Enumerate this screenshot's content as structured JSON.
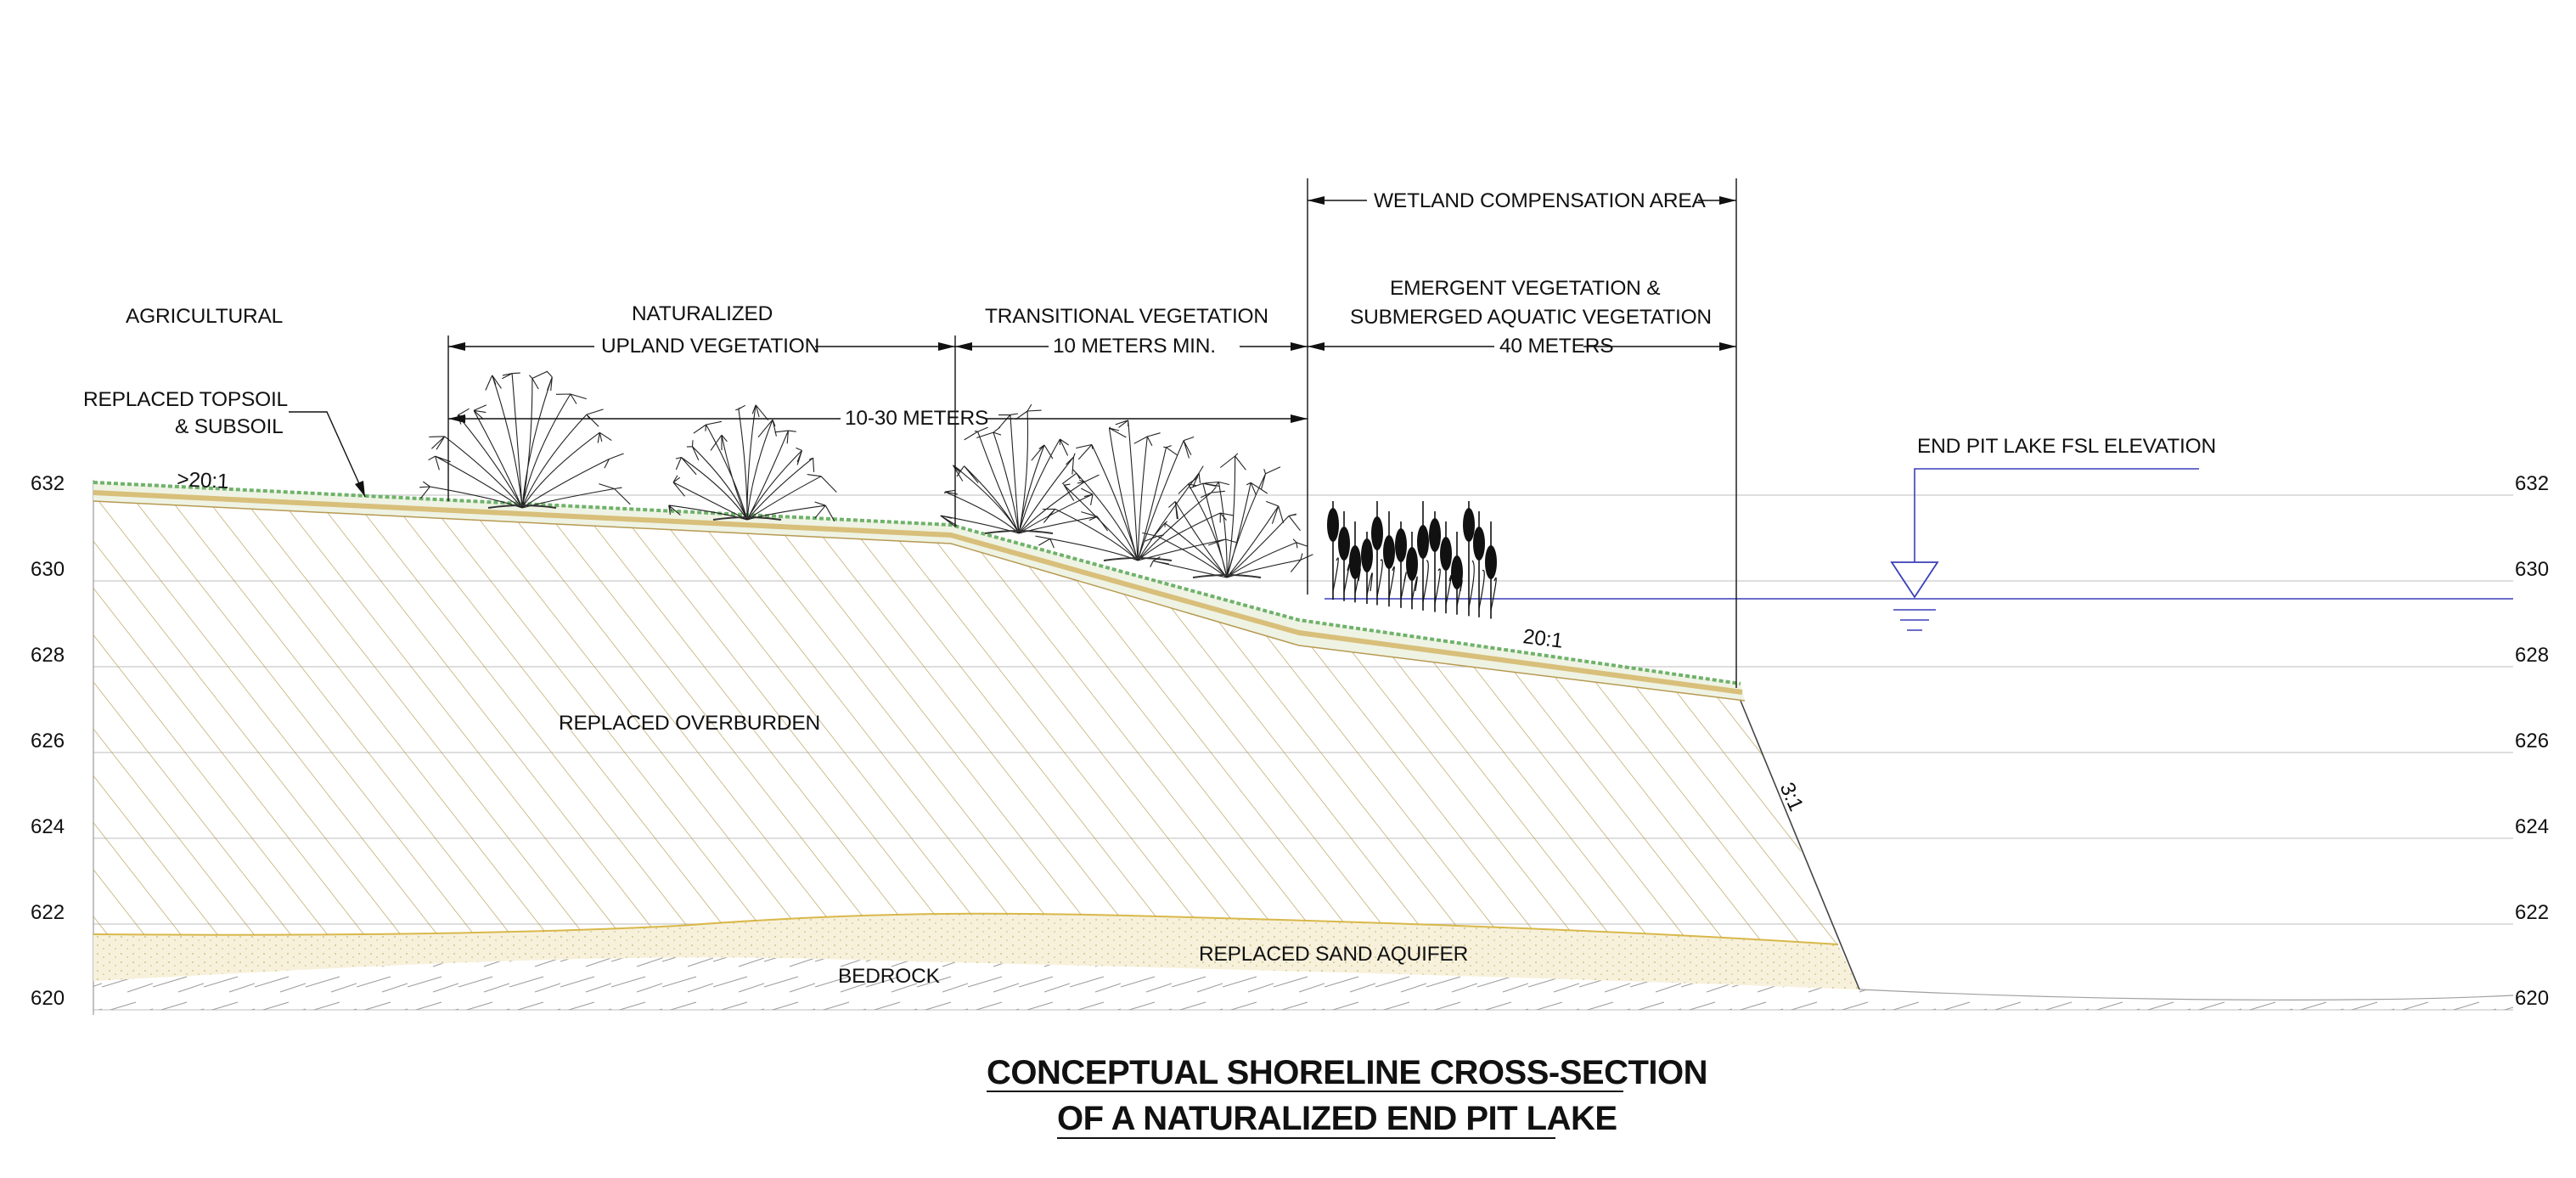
{
  "colors": {
    "overburden_hatch": "#b79a52",
    "topsoil_green": "#6fb26a",
    "topsoil_tan": "#d8bf7a",
    "sand": "#d9c57a",
    "water_line": "#3b3fb8",
    "grid": "#c9c9c9"
  },
  "elevations": {
    "left": [
      "632",
      "630",
      "628",
      "626",
      "624",
      "622",
      "620"
    ],
    "right": [
      "632",
      "630",
      "628",
      "626",
      "624",
      "622",
      "620"
    ]
  },
  "labels": {
    "agricultural": "AGRICULTURAL",
    "topsoil_line1": "REPLACED TOPSOIL",
    "topsoil_line2": "& SUBSOIL",
    "upland_line1": "NATURALIZED",
    "upland_line2": "UPLAND VEGETATION",
    "transitional_line1": "TRANSITIONAL VEGETATION",
    "transitional_line2": "10 METERS MIN.",
    "wetland_area": "WETLAND COMPENSATION AREA",
    "emergent_line1": "EMERGENT VEGETATION &",
    "emergent_line2": "SUBMERGED AQUATIC VEGETATION",
    "emergent_line3": "40 METERS",
    "width_10_30": "10-30 METERS",
    "fsl": "END PIT LAKE FSL ELEVATION",
    "slope_gt20": ">20:1",
    "slope_20": "20:1",
    "slope_3": "3:1",
    "overburden": "REPLACED OVERBURDEN",
    "sand_aquifer": "REPLACED SAND AQUIFER",
    "bedrock": "BEDROCK"
  },
  "title": {
    "line1": "CONCEPTUAL SHORELINE CROSS-SECTION",
    "line2": "OF A NATURALIZED END PIT LAKE"
  },
  "icons": {
    "shrubs": "shrub-icon",
    "cattails": "cattail-icon",
    "water_symbol": "water-level-icon"
  }
}
